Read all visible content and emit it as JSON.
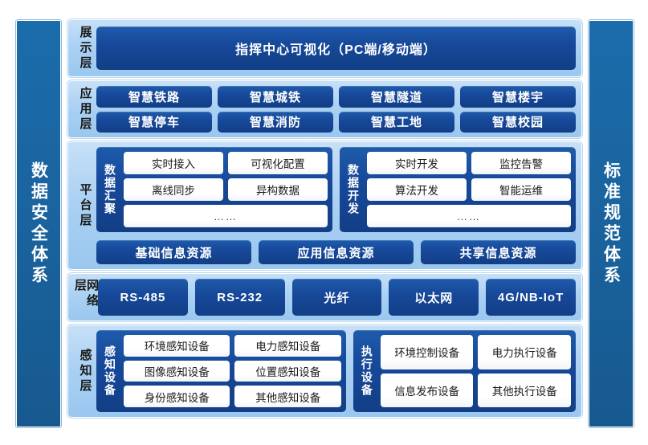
{
  "pillars": {
    "left": "数据安全体系",
    "right": "标准规范体系"
  },
  "layers": {
    "display": {
      "label": "展示层",
      "banner": "指挥中心可视化（PC端/移动端）"
    },
    "application": {
      "label": "应用层",
      "row1": [
        "智慧铁路",
        "智慧城铁",
        "智慧隧道",
        "智慧楼宇"
      ],
      "row2": [
        "智慧停车",
        "智慧消防",
        "智慧工地",
        "智慧校园"
      ]
    },
    "platform": {
      "label": "平台层",
      "groups": [
        {
          "title": "数据汇聚",
          "row1": [
            "实时接入",
            "可视化配置"
          ],
          "row2": [
            "离线同步",
            "异构数据"
          ],
          "row3": [
            "……"
          ]
        },
        {
          "title": "数据开发",
          "row1": [
            "实时开发",
            "监控告警"
          ],
          "row2": [
            "算法开发",
            "智能运维"
          ],
          "row3": [
            "……"
          ]
        }
      ],
      "resources": [
        "基础信息资源",
        "应用信息资源",
        "共享信息资源"
      ]
    },
    "network": {
      "label": "网络层",
      "items": [
        "RS-485",
        "RS-232",
        "光纤",
        "以太网",
        "4G/NB-IoT"
      ]
    },
    "sense": {
      "label": "感知层",
      "groups": [
        {
          "title": "感知设备",
          "row1": [
            "环境感知设备",
            "电力感知设备"
          ],
          "row2": [
            "图像感知设备",
            "位置感知设备"
          ],
          "row3": [
            "身份感知设备",
            "其他感知设备"
          ]
        },
        {
          "title": "执行设备",
          "row1": [
            "环境控制设备",
            "电力执行设备"
          ],
          "row2": [
            "信息发布设备",
            "其他执行设备"
          ]
        }
      ]
    }
  },
  "colors": {
    "pillar_blue": "#1a639e",
    "layer_light_blue": "#abd1f3",
    "chip_navy": "#17499a",
    "chip_text": "#ffffff",
    "white_chip_bg": "#ffffff",
    "white_chip_text": "#1a1a1a",
    "page_bg": "#ffffff"
  }
}
